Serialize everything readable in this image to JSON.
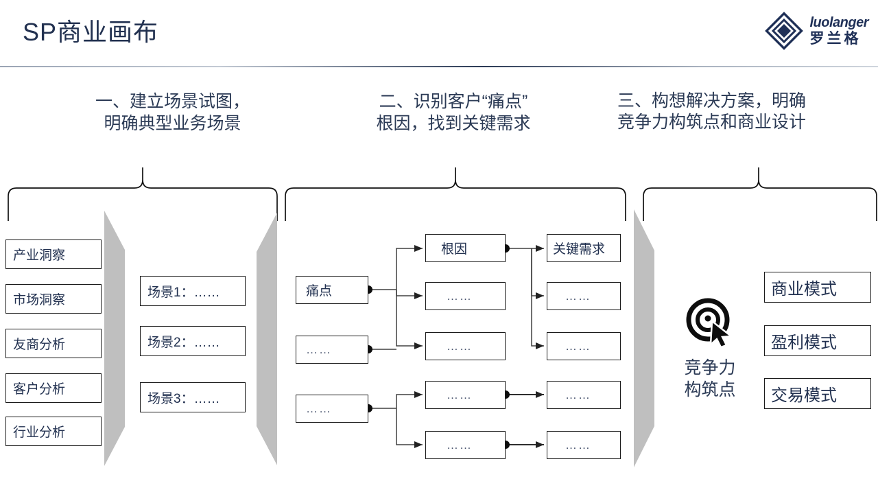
{
  "header": {
    "title": "SP商业画布",
    "logo": {
      "en": "luolanger",
      "cn": "罗兰格",
      "mark": "diamond-logo-icon"
    }
  },
  "sections": [
    {
      "id": "one",
      "heading": "一、建立场景试图，\n明确典型业务场景"
    },
    {
      "id": "two",
      "heading": "二、识别客户“痛点”\n根因，找到关键需求"
    },
    {
      "id": "three",
      "heading": "三、构想解决方案，明确\n竞争力构筑点和商业设计"
    }
  ],
  "left_column": {
    "items": [
      {
        "label": "产业洞察"
      },
      {
        "label": "市场洞察"
      },
      {
        "label": "友商分析"
      },
      {
        "label": "客户分析"
      },
      {
        "label": "行业分析"
      }
    ]
  },
  "scenarios": {
    "items": [
      {
        "label": "场景1：……"
      },
      {
        "label": "场景2：……"
      },
      {
        "label": "场景3：……"
      }
    ]
  },
  "flow": {
    "pain_points": [
      {
        "label": "痛点"
      },
      {
        "label": "……"
      },
      {
        "label": "……"
      }
    ],
    "root_causes": [
      {
        "label": "根因"
      },
      {
        "label": "……"
      },
      {
        "label": "……"
      },
      {
        "label": "……"
      },
      {
        "label": "……"
      }
    ],
    "key_needs": [
      {
        "label": "关键需求"
      },
      {
        "label": "……"
      },
      {
        "label": "……"
      },
      {
        "label": "……"
      },
      {
        "label": "……"
      }
    ]
  },
  "competitiveness": {
    "icon": "target-cursor-icon",
    "label": "竞争力\n构筑点"
  },
  "right_column": {
    "items": [
      {
        "label": "商业模式"
      },
      {
        "label": "盈利模式"
      },
      {
        "label": "交易模式"
      }
    ]
  },
  "colors": {
    "navy": "#223150",
    "gray_chevron": "#BFBFBF",
    "line": "#1a1a1a",
    "background": "#ffffff"
  }
}
